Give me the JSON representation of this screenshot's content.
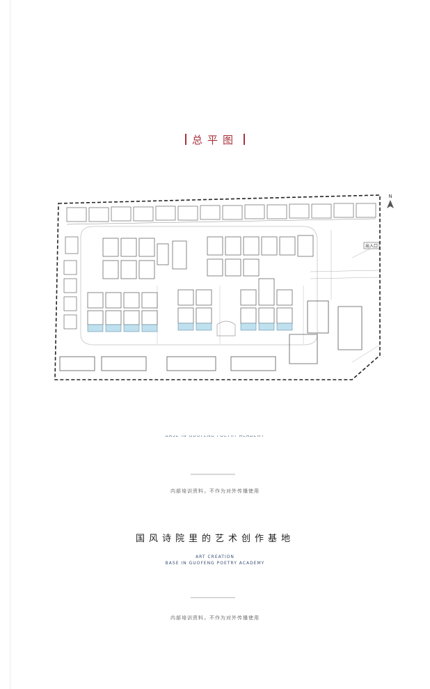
{
  "page": {
    "title": "总平图",
    "north_label": "N",
    "entrance_label": "出入口",
    "cut_text": "BASE IN GUOFENG POETRY ACADEMY",
    "note_1": "内部培训资料，不作为对外传播使用",
    "headline": "国风诗院里的艺术创作基地",
    "sub_en_1": "ART CREATION",
    "sub_en_2": "BASE IN GUOFENG POETRY ACADEMY",
    "note_2": "内部培训资料，不作为对外传播使用"
  },
  "colors": {
    "accent_red": "#a8323a",
    "highlight_blue": "#bfe0ef",
    "navy_text": "#3a4f72"
  },
  "icons": [
    "north-arrow-icon"
  ]
}
